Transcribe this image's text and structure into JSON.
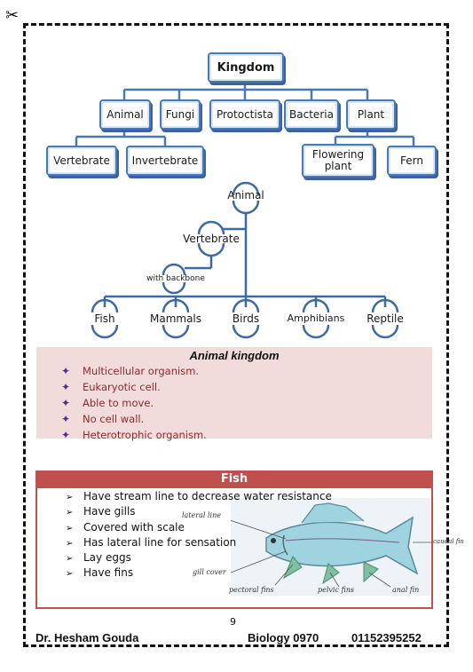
{
  "scissors": "✂",
  "tree": {
    "root": "Kingdom",
    "kingdoms": [
      "Animal",
      "Fungi",
      "Protoctista",
      "Bacteria",
      "Plant"
    ],
    "animal_children": [
      "Vertebrate",
      "Invertebrate"
    ],
    "plant_children": [
      "Flowering plant",
      "Fern"
    ]
  },
  "animal_tree": {
    "root": "Animal",
    "vertebrate": "Vertebrate",
    "backbone": "with backbone",
    "classes": [
      "Fish",
      "Mammals",
      "Birds",
      "Amphibians",
      "Reptile"
    ]
  },
  "animal_kingdom": {
    "title": "Animal kingdom",
    "items": [
      "Multicellular organism.",
      "Eukaryotic cell.",
      "Able to move.",
      "No cell wall.",
      "Heterotrophic organism."
    ]
  },
  "fish": {
    "title": "Fish",
    "items": [
      "Have stream line to decrease water resistance",
      "Have gills",
      "Covered with scale",
      "Has lateral line for sensation",
      "Lay eggs",
      "Have fins"
    ],
    "figure_labels": {
      "lateral_line": "lateral line",
      "gill_cover": "gill cover",
      "pectoral": "pectoral fins",
      "pelvic": "pelvic fins",
      "anal": "anal fin",
      "caudal": "caudal fin"
    }
  },
  "page_number": "9",
  "footer": {
    "author": "Dr. Hesham Gouda",
    "course": "Biology 0970",
    "phone": "01152395252"
  },
  "colors": {
    "box_border": "#4a78b0",
    "connector": "#4a78b0",
    "ak_background": "#f2dcdb",
    "ak_text": "#8b2a2a",
    "fish_header": "#c0504d"
  }
}
